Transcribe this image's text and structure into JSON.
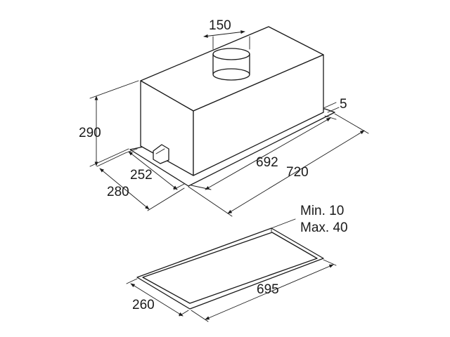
{
  "dimensions": {
    "collar_diameter": "150",
    "frame_lip": "5",
    "height": "290",
    "inner_depth": "252",
    "outer_depth": "280",
    "inner_width": "692",
    "outer_width": "720",
    "cutout_depth": "260",
    "cutout_width": "695",
    "thickness_min": "Min. 10",
    "thickness_max": "Max. 40"
  }
}
